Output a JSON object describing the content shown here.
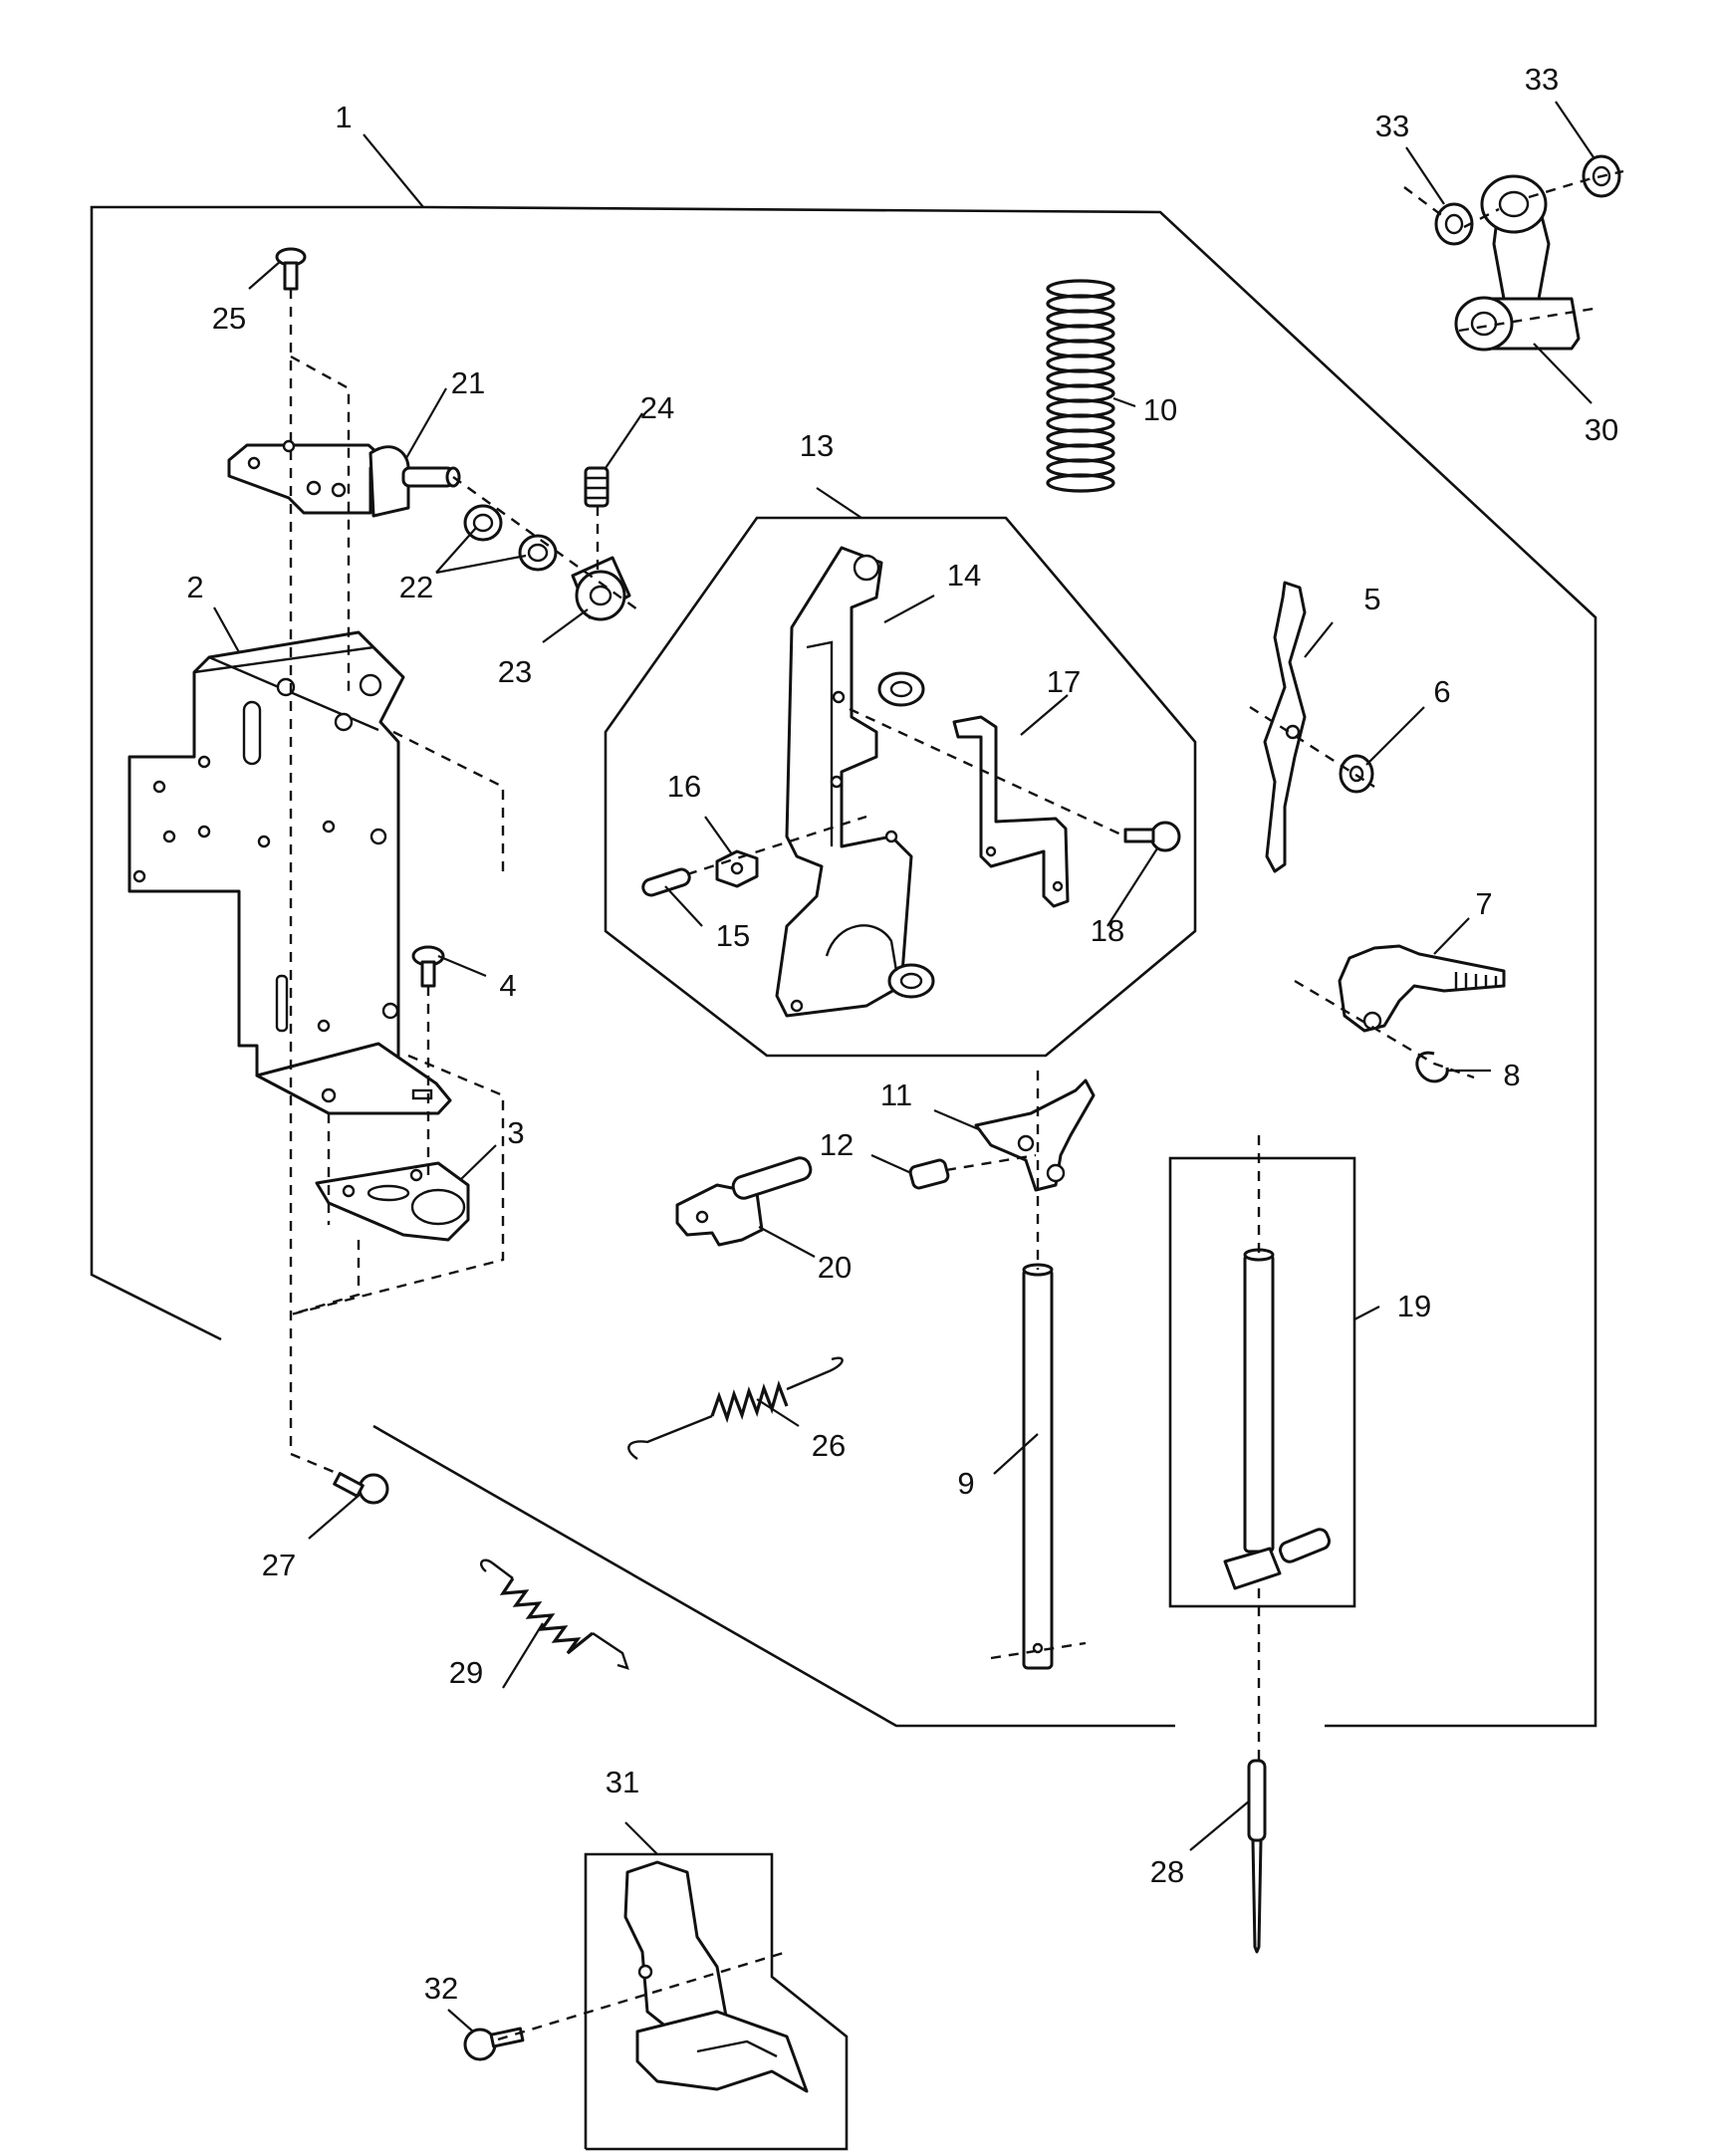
{
  "callouts": [
    {
      "id": "c1",
      "text": "1"
    },
    {
      "id": "c2",
      "text": "2"
    },
    {
      "id": "c3",
      "text": "3"
    },
    {
      "id": "c4",
      "text": "4"
    },
    {
      "id": "c5",
      "text": "5"
    },
    {
      "id": "c6",
      "text": "6"
    },
    {
      "id": "c7",
      "text": "7"
    },
    {
      "id": "c8",
      "text": "8"
    },
    {
      "id": "c9",
      "text": "9"
    },
    {
      "id": "c10",
      "text": "10"
    },
    {
      "id": "c11",
      "text": "11"
    },
    {
      "id": "c12",
      "text": "12"
    },
    {
      "id": "c13",
      "text": "13"
    },
    {
      "id": "c14",
      "text": "14"
    },
    {
      "id": "c15",
      "text": "15"
    },
    {
      "id": "c16",
      "text": "16"
    },
    {
      "id": "c17",
      "text": "17"
    },
    {
      "id": "c18",
      "text": "18"
    },
    {
      "id": "c19",
      "text": "19"
    },
    {
      "id": "c20",
      "text": "20"
    },
    {
      "id": "c21",
      "text": "21"
    },
    {
      "id": "c22",
      "text": "22"
    },
    {
      "id": "c23",
      "text": "23"
    },
    {
      "id": "c24",
      "text": "24"
    },
    {
      "id": "c25",
      "text": "25"
    },
    {
      "id": "c26",
      "text": "26"
    },
    {
      "id": "c27",
      "text": "27"
    },
    {
      "id": "c28",
      "text": "28"
    },
    {
      "id": "c29",
      "text": "29"
    },
    {
      "id": "c30",
      "text": "30"
    },
    {
      "id": "c31",
      "text": "31"
    },
    {
      "id": "c32",
      "text": "32"
    },
    {
      "id": "c33a",
      "text": "33"
    },
    {
      "id": "c33b",
      "text": "33"
    }
  ],
  "colors": {
    "line": "#111111",
    "background": "#ffffff"
  }
}
